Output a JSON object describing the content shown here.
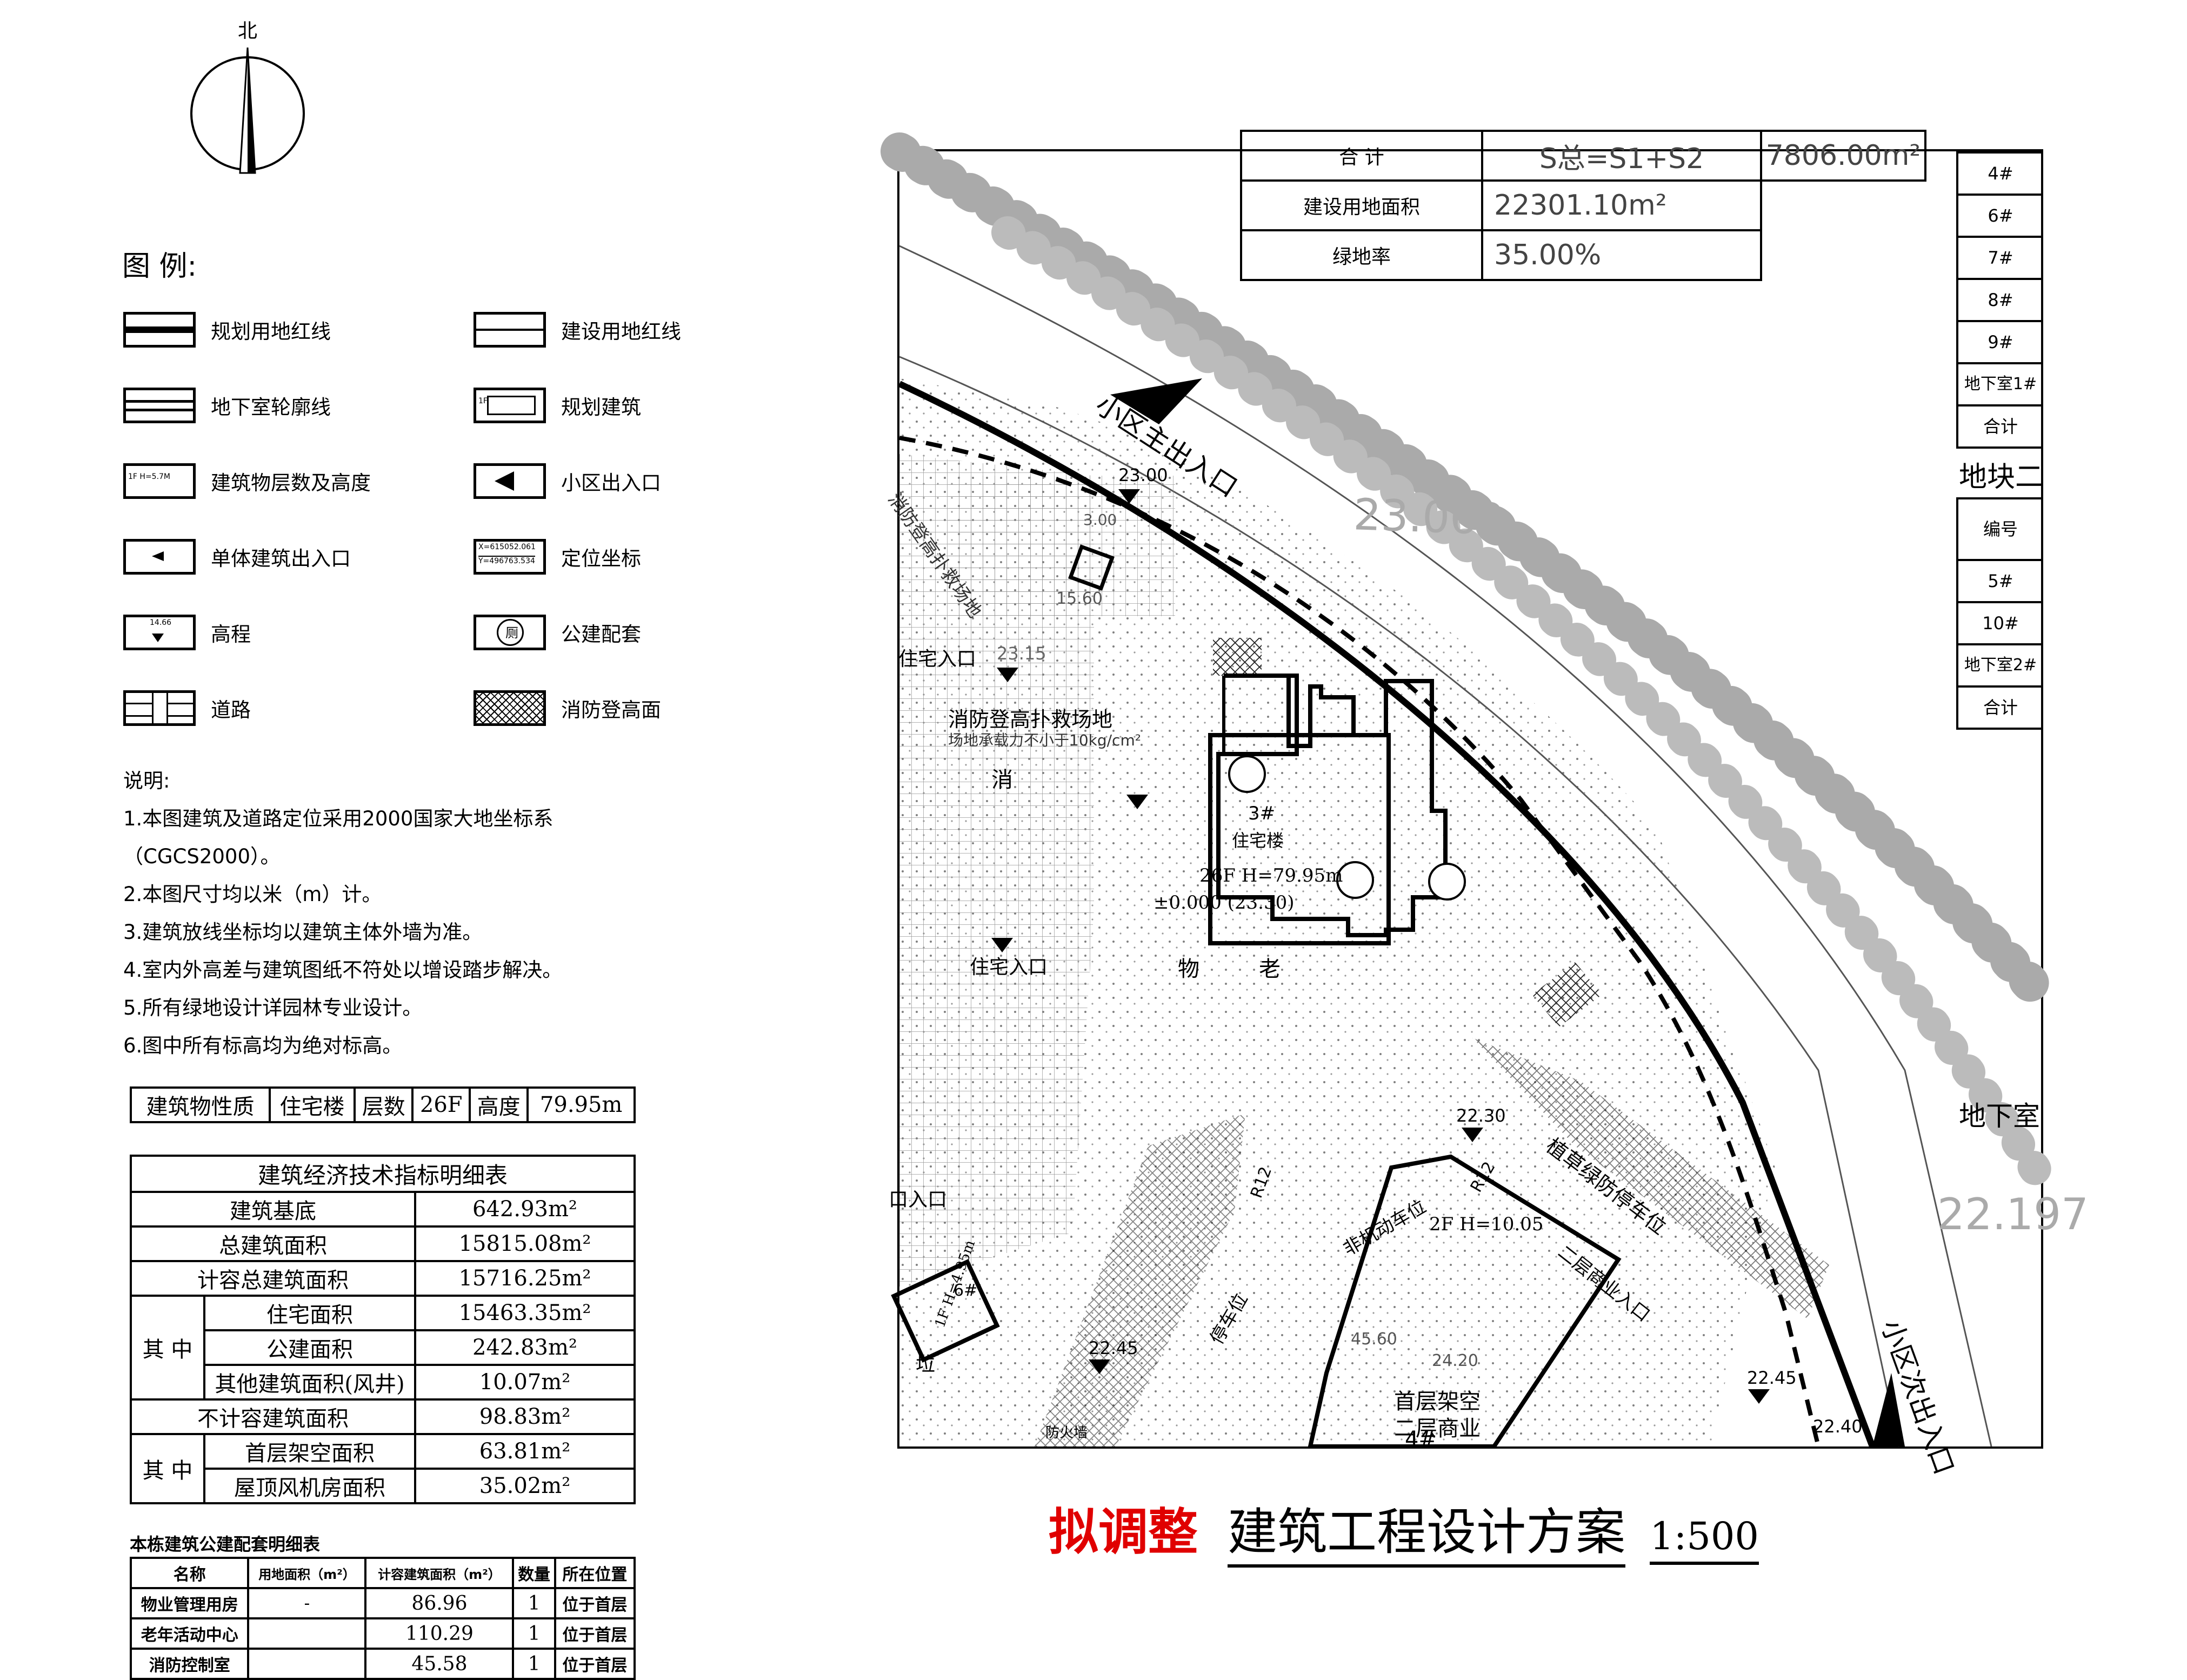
{
  "north": {
    "label": "北"
  },
  "legend": {
    "heading": "图 例:",
    "items": [
      {
        "label": "规划用地红线",
        "sym": "thick-line"
      },
      {
        "label": "建设用地红线",
        "sym": "thin-line"
      },
      {
        "label": "地下室轮廓线",
        "sym": "double-line"
      },
      {
        "label": "规划建筑",
        "sym": "bldg",
        "tag": "1F"
      },
      {
        "label": "建筑物层数及高度",
        "sym": "text",
        "tag": "1F H=5.7M"
      },
      {
        "label": "小区出入口",
        "sym": "big-arrow"
      },
      {
        "label": "单体建筑出入口",
        "sym": "small-arrow"
      },
      {
        "label": "定位坐标",
        "sym": "coord",
        "tag": "X=615052.061",
        "tag2": "Y=496763.534"
      },
      {
        "label": "高程",
        "sym": "elev",
        "tag": "14.66"
      },
      {
        "label": "公建配套",
        "sym": "circle",
        "tag": "厕"
      },
      {
        "label": "道路",
        "sym": "road"
      },
      {
        "label": "消防登高面",
        "sym": "hatch"
      }
    ]
  },
  "notes": {
    "heading": "说明:",
    "lines": [
      "1.本图建筑及道路定位采用2000国家大地坐标系（CGCS2000）。",
      "2.本图尺寸均以米（m）计。",
      "3.建筑放线坐标均以建筑主体外墙为准。",
      "4.室内外高差与建筑图纸不符处以增设踏步解决。",
      "5.所有绿地设计详园林专业设计。",
      "6.图中所有标高均为绝对标高。"
    ]
  },
  "building_row": [
    "建筑物性质",
    "住宅楼",
    "层数",
    "26F",
    "高度",
    "79.95m"
  ],
  "indicators": {
    "title": "建筑经济技术指标明细表",
    "rows": {
      "base": {
        "label": "建筑基底",
        "value": "642.93m²"
      },
      "total": {
        "label": "总建筑面积",
        "value": "15815.08m²"
      },
      "far": {
        "label": "计容总建筑面积",
        "value": "15716.25m²"
      },
      "qz1": "其 中",
      "res": {
        "label": "住宅面积",
        "value": "15463.35m²"
      },
      "pub": {
        "label": "公建面积",
        "value": "242.83m²"
      },
      "other": {
        "label": "其他建筑面积(风井)",
        "value": "10.07m²"
      },
      "nonfar": {
        "label": "不计容建筑面积",
        "value": "98.83m²"
      },
      "qz2": "其 中",
      "stilt": {
        "label": "首层架空面积",
        "value": "63.81m²"
      },
      "roof": {
        "label": "屋顶风机房面积",
        "value": "35.02m²"
      }
    }
  },
  "facilities": {
    "title": "本栋建筑公建配套明细表",
    "headers": [
      "名称",
      "用地面积（m²）",
      "计容建筑面积（m²）",
      "数量",
      "所在位置"
    ],
    "rows": [
      [
        "物业管理用房",
        "-",
        "86.96",
        "1",
        "位于首层"
      ],
      [
        "老年活动中心",
        "",
        "110.29",
        "1",
        "位于首层"
      ],
      [
        "消防控制室",
        "",
        "45.58",
        "1",
        "位于首层"
      ]
    ]
  },
  "plan": {
    "top_table": [
      [
        "合 计",
        "S总=S1+S2",
        "7806.00m²"
      ],
      [
        "建设用地面积",
        "22301.10m²"
      ],
      [
        "绿地率",
        "35.00%"
      ]
    ],
    "right_table1": [
      "4#",
      "6#",
      "7#",
      "8#",
      "9#",
      "地下室1#",
      "合计"
    ],
    "right_heading": "地块二",
    "right_table2": [
      "编号",
      "5#",
      "10#",
      "地下室2#",
      "合计"
    ],
    "labels": {
      "main_entry": "小区主出入口",
      "second_entry": "小区次出入口",
      "elev_23062": "23.062",
      "elev_22197": "22.197",
      "elev_2300": "23.00",
      "elev_2230": "22.30",
      "elev_2245a": "22.45",
      "elev_2245b": "22.45",
      "elev_2240": "22.40",
      "elev_2315": "23.15",
      "res_entry1": "住宅入口",
      "res_entry2": "住宅入口",
      "res_entry3": "口入口",
      "fire_site": "消防登高扑救场地",
      "fire_load": "场地承载力不小于10kg/cm²",
      "fire_site2": "消防登高扑救场地",
      "bldg3": "3#",
      "bldg3_type": "住宅楼",
      "bldg3_height": "26F H=79.95m",
      "bldg3_level": "±0.000 (23.30)",
      "c_xiao": "消",
      "c_wu": "物",
      "c_lao": "老",
      "basement": "地下室",
      "planting_parking": "植草绿防停车位",
      "nonmotor": "非机动车位",
      "parking": "停车位",
      "b4_height": "2F H=10.05",
      "b4_entry": "二层商业入口",
      "b4_l1": "首层架空",
      "b4_l2": "二层商业",
      "b4_no": "4#",
      "b6_no": "6#",
      "b6_h": "1F H=4.95m",
      "b6_sym": "垃",
      "r12a": "R12",
      "r12b": "R12",
      "d3000": "3.00",
      "d1560": "15.60",
      "d4560": "45.60",
      "d2420": "24.20",
      "fire_wall": "防火墙"
    }
  },
  "title": {
    "red": "拟调整",
    "main": "建筑工程设计方案",
    "scale": "1:500"
  }
}
